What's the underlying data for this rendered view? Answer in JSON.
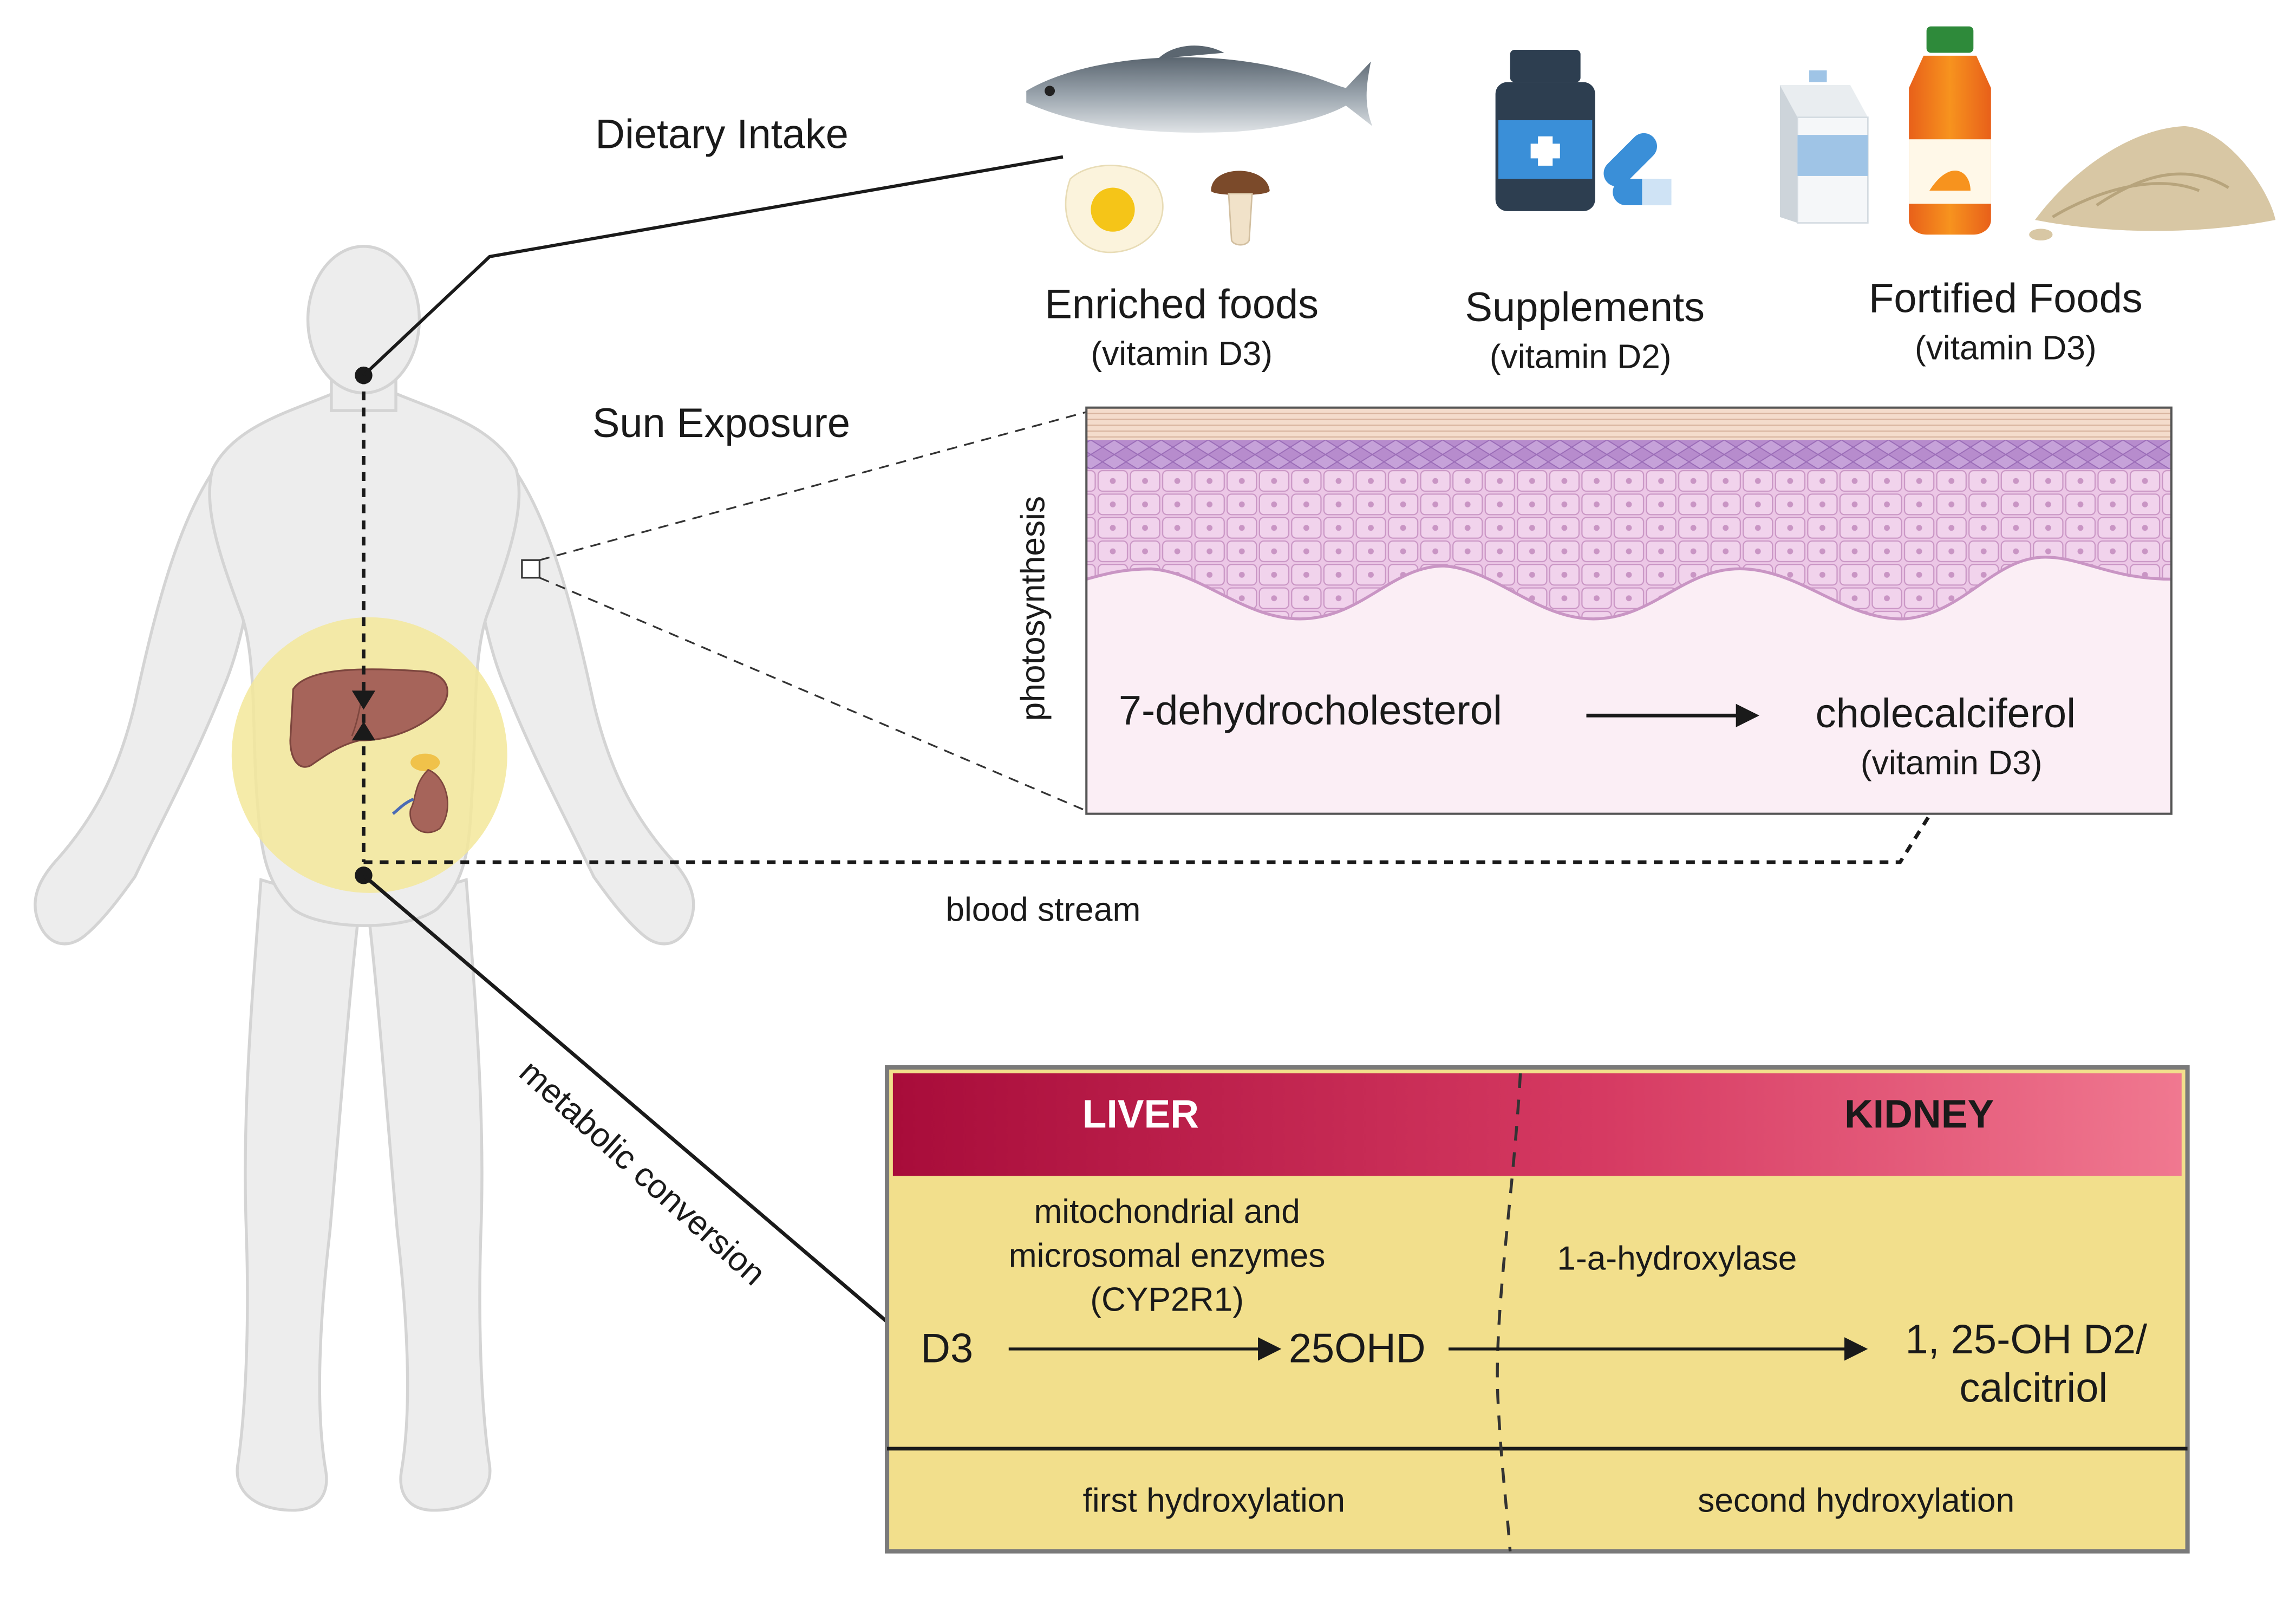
{
  "sections": {
    "dietary_intake": "Dietary Intake",
    "sun_exposure": "Sun Exposure"
  },
  "foods": {
    "enriched_title": "Enriched foods",
    "enriched_sub": "(vitamin D3)",
    "supplements_title": "Supplements",
    "supplements_sub": "(vitamin D2)",
    "fortified_title": "Fortified Foods",
    "fortified_sub": "(vitamin D3)"
  },
  "skin": {
    "side_label": "photosynthesis",
    "precursor": "7-dehydrocholesterol",
    "product": "cholecalciferol",
    "product_sub": "(vitamin D3)"
  },
  "paths": {
    "blood_stream": "blood stream",
    "metabolic": "metabolic conversion"
  },
  "table": {
    "liver_header": "LIVER",
    "kidney_header": "KIDNEY",
    "liver_enzymes": [
      "mitochondrial and",
      "microsomal enzymes",
      "(CYP2R1)"
    ],
    "kidney_enzyme": "1-a-hydroxylase",
    "d3": "D3",
    "intermediate": "25OHD",
    "final_line1": "1, 25-OH D2/",
    "final_line2": "calcitriol",
    "liver_footer": "first hydroxylation",
    "kidney_footer": "second hydroxylation"
  },
  "colors": {
    "header_start": "#a80c3a",
    "header_end": "#f07890",
    "table_fill": "#f2df8c",
    "skin_bg": "#fbeef5",
    "organ_highlight": "#f3e79a"
  },
  "icons": [
    "fish-icon",
    "egg-icon",
    "mushroom-icon",
    "pill-bottle-icon",
    "capsule-icon",
    "milk-carton-icon",
    "juice-bottle-icon",
    "oats-icon",
    "human-body-icon",
    "liver-icon",
    "kidney-icon",
    "skin-layers-icon"
  ]
}
